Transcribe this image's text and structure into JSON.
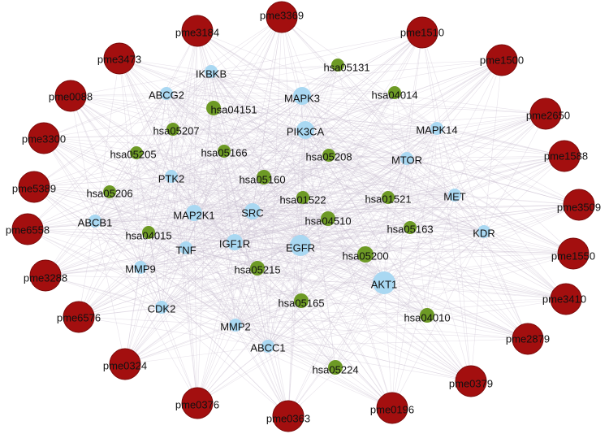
{
  "network": {
    "colors": {
      "compound": "#a30f0f",
      "compound_stroke": "#7a0a0a",
      "target": "#a9d8f2",
      "pathway": "#6d9a25",
      "edge": "#c9bfd0"
    },
    "compounds": [
      {
        "id": "pme3369",
        "label": "pme3369"
      },
      {
        "id": "pme1510",
        "label": "pme1510"
      },
      {
        "id": "pme1500",
        "label": "pme1500"
      },
      {
        "id": "pme2650",
        "label": "pme2650"
      },
      {
        "id": "pme1588",
        "label": "pme1588"
      },
      {
        "id": "pme3509",
        "label": "pme3509"
      },
      {
        "id": "pme1550",
        "label": "pme1550"
      },
      {
        "id": "pme3410",
        "label": "pme3410"
      },
      {
        "id": "pme2879",
        "label": "pme2879"
      },
      {
        "id": "pme0379",
        "label": "pme0379"
      },
      {
        "id": "pme0196",
        "label": "pme0196"
      },
      {
        "id": "pme0363",
        "label": "pme0363"
      },
      {
        "id": "pme0376",
        "label": "pme0376"
      },
      {
        "id": "pme0324",
        "label": "pme0324"
      },
      {
        "id": "pme6576",
        "label": "pme6576"
      },
      {
        "id": "pme3288",
        "label": "pme3288"
      },
      {
        "id": "pme6558",
        "label": "pme6558"
      },
      {
        "id": "pme5389",
        "label": "pme5389"
      },
      {
        "id": "pme3300",
        "label": "pme3300"
      },
      {
        "id": "pme0088",
        "label": "pme0088"
      },
      {
        "id": "pme3473",
        "label": "pme3473"
      },
      {
        "id": "pme3184",
        "label": "pme3184"
      }
    ],
    "targets": [
      {
        "id": "IKBKB",
        "label": "IKBKB"
      },
      {
        "id": "ABCG2",
        "label": "ABCG2"
      },
      {
        "id": "MAPK3",
        "label": "MAPK3"
      },
      {
        "id": "PIK3CA",
        "label": "PIK3CA"
      },
      {
        "id": "MAPK14",
        "label": "MAPK14"
      },
      {
        "id": "MTOR",
        "label": "MTOR"
      },
      {
        "id": "PTK2",
        "label": "PTK2"
      },
      {
        "id": "MET",
        "label": "MET"
      },
      {
        "id": "MAP2K1",
        "label": "MAP2K1"
      },
      {
        "id": "SRC",
        "label": "SRC"
      },
      {
        "id": "ABCB1",
        "label": "ABCB1"
      },
      {
        "id": "KDR",
        "label": "KDR"
      },
      {
        "id": "TNF",
        "label": "TNF"
      },
      {
        "id": "IGF1R",
        "label": "IGF1R"
      },
      {
        "id": "EGFR",
        "label": "EGFR"
      },
      {
        "id": "MMP9",
        "label": "MMP9"
      },
      {
        "id": "AKT1",
        "label": "AKT1"
      },
      {
        "id": "CDK2",
        "label": "CDK2"
      },
      {
        "id": "MMP2",
        "label": "MMP2"
      },
      {
        "id": "ABCC1",
        "label": "ABCC1"
      }
    ],
    "pathways": [
      {
        "id": "hsa05131",
        "label": "hsa05131"
      },
      {
        "id": "hsa04014",
        "label": "hsa04014"
      },
      {
        "id": "hsa04151",
        "label": "hsa04151"
      },
      {
        "id": "hsa05207",
        "label": "hsa05207"
      },
      {
        "id": "hsa05205",
        "label": "hsa05205"
      },
      {
        "id": "hsa05166",
        "label": "hsa05166"
      },
      {
        "id": "hsa05208",
        "label": "hsa05208"
      },
      {
        "id": "hsa05160",
        "label": "hsa05160"
      },
      {
        "id": "hsa05206",
        "label": "hsa05206"
      },
      {
        "id": "hsa01522",
        "label": "hsa01522"
      },
      {
        "id": "hsa01521",
        "label": "hsa01521"
      },
      {
        "id": "hsa04510",
        "label": "hsa04510"
      },
      {
        "id": "hsa04015",
        "label": "hsa04015"
      },
      {
        "id": "hsa05163",
        "label": "hsa05163"
      },
      {
        "id": "hsa05200",
        "label": "hsa05200"
      },
      {
        "id": "hsa05215",
        "label": "hsa05215"
      },
      {
        "id": "hsa05165",
        "label": "hsa05165"
      },
      {
        "id": "hsa04010",
        "label": "hsa04010"
      },
      {
        "id": "hsa05224",
        "label": "hsa05224"
      }
    ]
  }
}
